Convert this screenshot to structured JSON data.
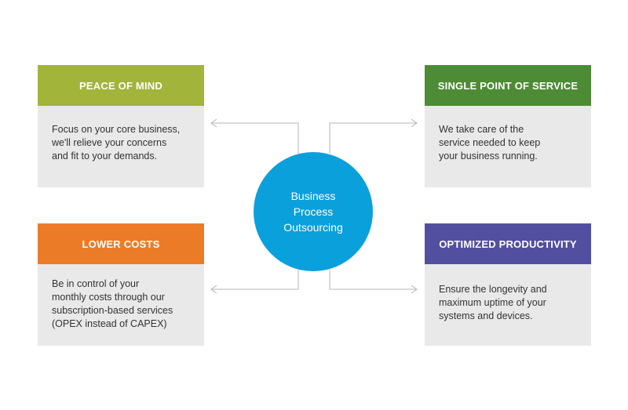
{
  "colors": {
    "peace_of_mind": "#a2b43a",
    "single_point": "#4d8b35",
    "lower_costs": "#ec7b27",
    "optimized": "#524fa0",
    "center": "#0aa0dc",
    "card_body": "#e9e9e9",
    "connector": "#b5b5b5"
  },
  "center": {
    "lines": [
      "Business",
      "Process",
      "Outsourcing"
    ]
  },
  "cards": {
    "top_left": {
      "title": "PEACE OF MIND",
      "lines": [
        "Focus on your core business,",
        "we'll relieve your concerns",
        "and fit to your demands."
      ]
    },
    "top_right": {
      "title": "SINGLE POINT OF SERVICE",
      "lines": [
        "We take care of the",
        "service needed to keep",
        "your business running."
      ]
    },
    "bottom_left": {
      "title": "LOWER COSTS",
      "lines": [
        "Be in control of your",
        "monthly costs through our",
        "subscription-based services",
        "(OPEX instead of CAPEX)"
      ]
    },
    "bottom_right": {
      "title": "OPTIMIZED PRODUCTIVITY",
      "lines": [
        "Ensure the longevity and",
        "maximum uptime of your",
        "systems and devices."
      ]
    }
  }
}
